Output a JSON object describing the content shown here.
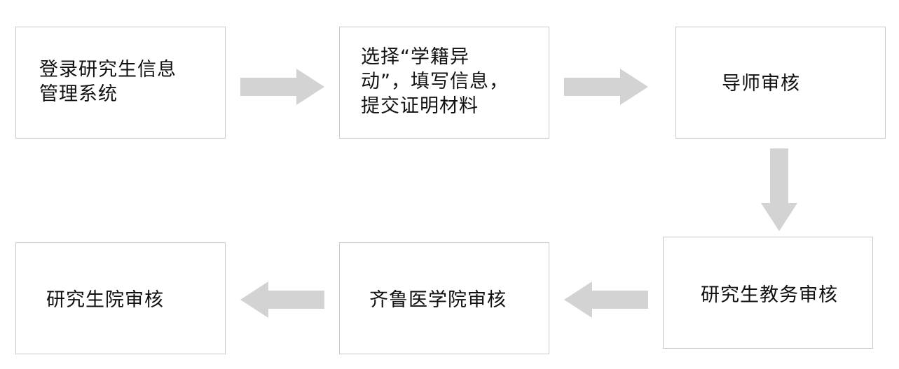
{
  "flow": {
    "steps": [
      {
        "line1": "登录研究生信息",
        "line2": "管理系统"
      },
      {
        "line1": "选择“学籍异",
        "line2": "动”，填写信息，",
        "line3": "提交证明材料"
      },
      {
        "line1": "导师审核"
      },
      {
        "line1": "研究生教务审核"
      },
      {
        "line1": "齐鲁医学院审核"
      },
      {
        "line1": "研究生院审核"
      }
    ]
  },
  "colors": {
    "box_border": "#c9c9c9",
    "arrow_fill": "#d3d3d3",
    "text": "#111111"
  }
}
